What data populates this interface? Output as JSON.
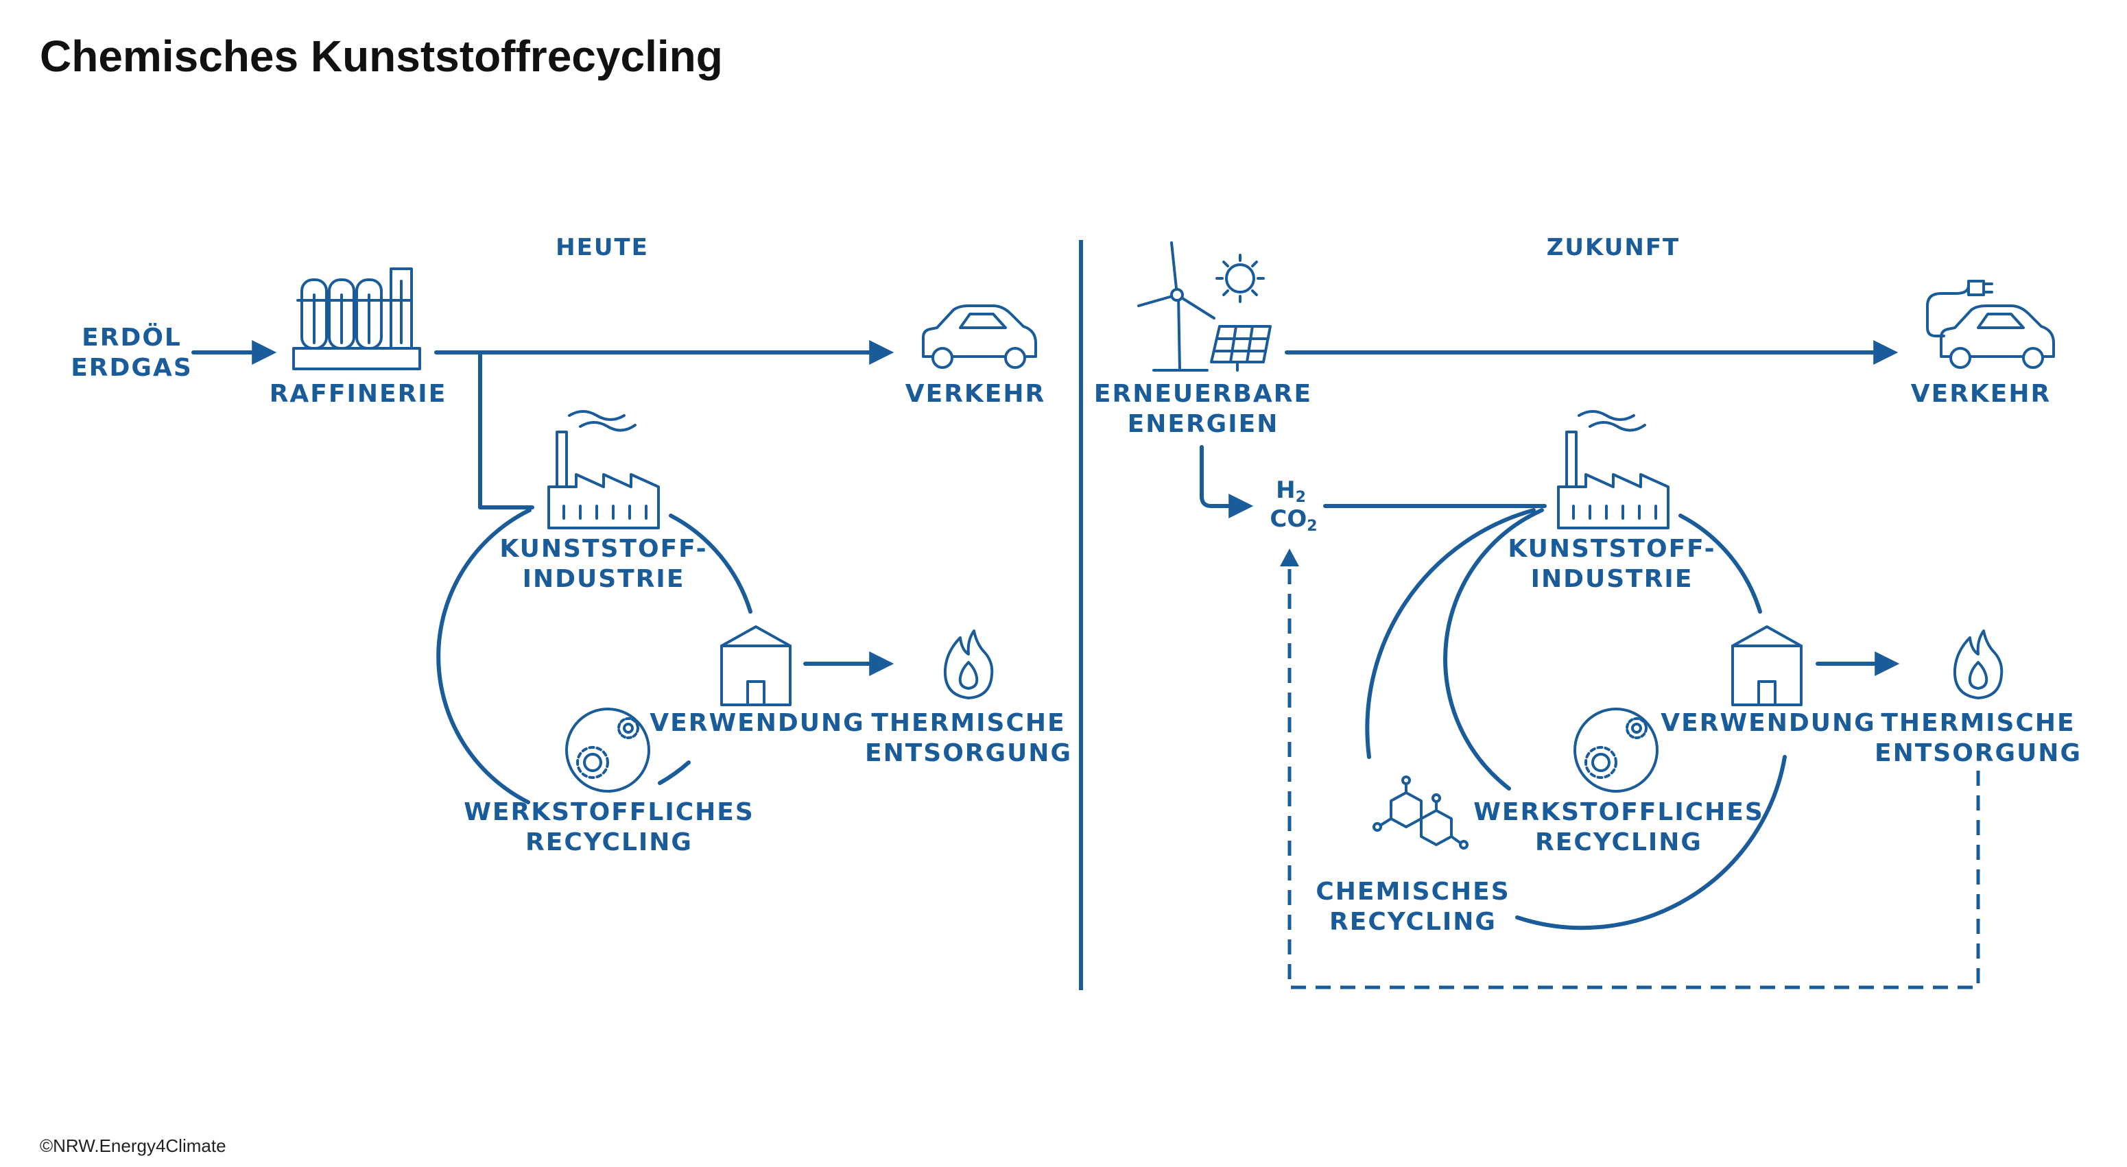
{
  "title": "Chemisches Kunststoffrecycling",
  "copyright": "©NRW.Energy4Climate",
  "colors": {
    "accent": "#1a5c99",
    "text": "#111111",
    "background": "#ffffff"
  },
  "today": {
    "section_label": "HEUTE",
    "source_line1": "ERDÖL",
    "source_line2": "ERDGAS",
    "refinery": "RAFFINERIE",
    "traffic": "VERKEHR",
    "industry_line1": "KUNSTSTOFF-",
    "industry_line2": "INDUSTRIE",
    "usage": "VERWENDUNG",
    "thermal_line1": "THERMISCHE",
    "thermal_line2": "ENTSORGUNG",
    "mech_line1": "WERKSTOFFLICHES",
    "mech_line2": "RECYCLING"
  },
  "future": {
    "section_label": "ZUKUNFT",
    "renewables_line1": "ERNEUERBARE",
    "renewables_line2": "ENERGIEN",
    "h2_base": "H",
    "h2_sub": "2",
    "co2_base": "CO",
    "co2_sub": "2",
    "traffic": "VERKEHR",
    "industry_line1": "KUNSTSTOFF-",
    "industry_line2": "INDUSTRIE",
    "usage": "VERWENDUNG",
    "thermal_line1": "THERMISCHE",
    "thermal_line2": "ENTSORGUNG",
    "mech_line1": "WERKSTOFFLICHES",
    "mech_line2": "RECYCLING",
    "chem_line1": "CHEMISCHES",
    "chem_line2": "RECYCLING"
  },
  "icons": [
    "refinery-icon",
    "car-icon",
    "factory-icon",
    "house-icon",
    "flame-icon",
    "gears-icon",
    "wind-solar-icon",
    "electric-car-icon",
    "molecule-icon"
  ]
}
